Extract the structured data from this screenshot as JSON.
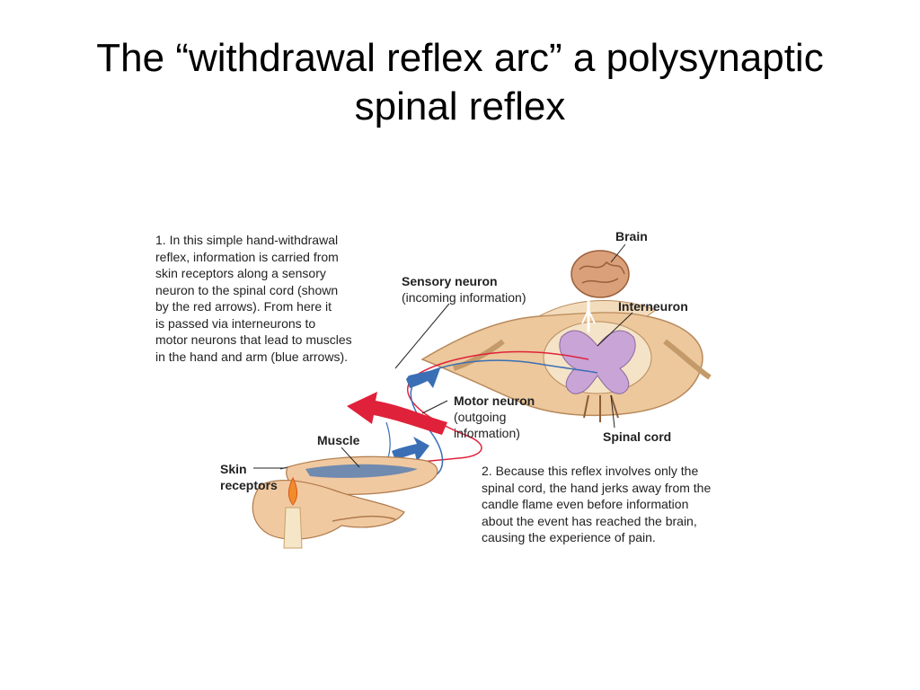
{
  "slide": {
    "title_line1": "The “withdrawal reflex arc” a polysynaptic",
    "title_line2": "spinal reflex"
  },
  "diagram": {
    "caption1": [
      "1. In this simple hand-withdrawal",
      "reflex, information is carried from",
      "skin receptors along a sensory",
      "neuron to the spinal cord (shown",
      "by the red arrows). From here it",
      "is passed via interneurons to",
      "motor neurons that lead to muscles",
      "in the hand and arm (blue arrows)."
    ],
    "caption2": [
      "2. Because this reflex involves only the",
      "spinal cord, the hand jerks away from the",
      "candle flame even before information",
      "about the event has reached the brain,",
      "causing the experience of pain."
    ],
    "labels": {
      "brain": "Brain",
      "sensory_neuron": "Sensory neuron",
      "sensory_neuron_sub": "(incoming information)",
      "interneuron": "Interneuron",
      "motor_neuron": "Motor neuron",
      "motor_neuron_sub1": "(outgoing",
      "motor_neuron_sub2": "information)",
      "spinal_cord": "Spinal cord",
      "muscle": "Muscle",
      "skin_receptors_1": "Skin",
      "skin_receptors_2": "receptors"
    },
    "colors": {
      "sensory_arrow": "#e0213a",
      "motor_arrow": "#3a6fb5",
      "spinal_cord": "#e8c49a",
      "grey_matter": "#c9a4d6",
      "brain": "#d9a07a",
      "skin": "#f0c9a0"
    }
  }
}
